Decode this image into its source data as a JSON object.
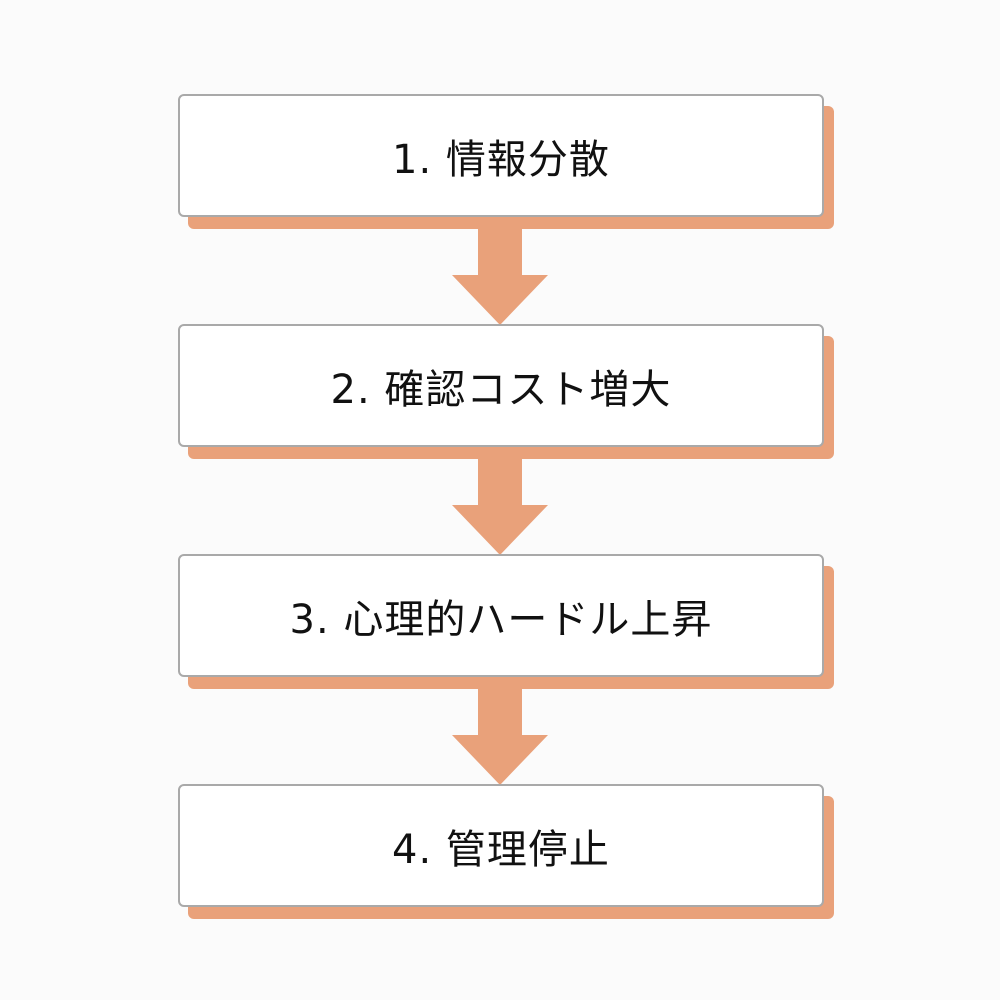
{
  "flow": {
    "steps": [
      {
        "label": "1. 情報分散"
      },
      {
        "label": "2. 確認コスト増大"
      },
      {
        "label": "3. 心理的ハードル上昇"
      },
      {
        "label": "4. 管理停止"
      }
    ]
  },
  "colors": {
    "background": "#fbfbfb",
    "box_fill": "#ffffff",
    "box_border": "#a9a9a9",
    "shadow": "#e9a17a",
    "arrow": "#e9a17a",
    "text": "#111111"
  },
  "icons": {
    "connector": "down-arrow-icon"
  }
}
